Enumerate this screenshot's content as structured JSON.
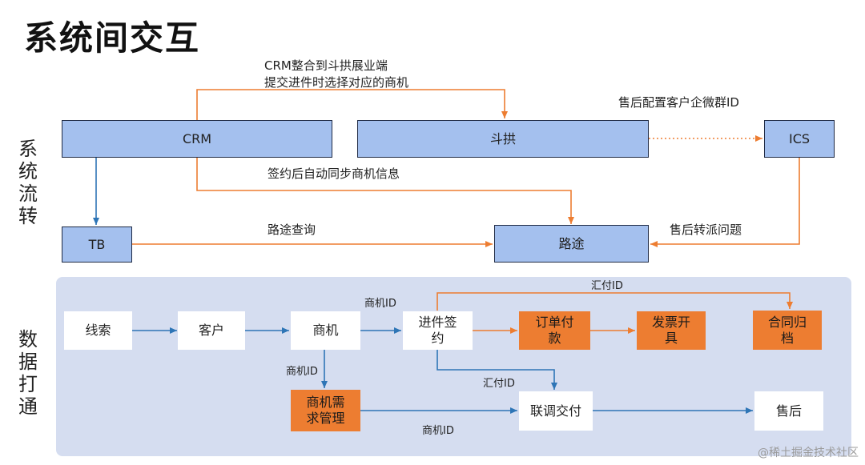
{
  "title": "系统间交互",
  "side_labels": {
    "system_flow": "系统流转",
    "data_link": "数据打通"
  },
  "systems": {
    "crm": "CRM",
    "dougong": "斗拱",
    "ics": "ICS",
    "tb": "TB",
    "lutu": "路途"
  },
  "system_edges": {
    "crm_to_dougong_line1": "CRM整合到斗拱展业端",
    "crm_to_dougong_line2": "提交进件时选择对应的商机",
    "dougong_to_ics": "售后配置客户企微群ID",
    "crm_to_lutu": "签约后自动同步商机信息",
    "tb_to_lutu": "路途查询",
    "ics_to_lutu": "售后转派问题"
  },
  "data_nodes": {
    "xiansuo": "线索",
    "kehu": "客户",
    "shangji": "商机",
    "jinjian_line1": "进件签",
    "jinjian_line2": "约",
    "dingdan_line1": "订单付",
    "dingdan_line2": "款",
    "fapiao_line1": "发票开",
    "fapiao_line2": "具",
    "hetong_line1": "合同归",
    "hetong_line2": "档",
    "xuqiu_line1": "商机需",
    "xuqiu_line2": "求管理",
    "liantiao": "联调交付",
    "shouhou": "售后"
  },
  "data_edges": {
    "shangji_to_jinjian": "商机ID",
    "jinjian_to_hetong": "汇付ID",
    "shangji_to_xuqiu": "商机ID",
    "jinjian_to_liantiao": "汇付ID",
    "xuqiu_to_liantiao": "商机ID"
  },
  "watermark": "@稀土掘金技术社区",
  "colors": {
    "system_box": "#a4c0ee",
    "orange_box": "#ed7d31",
    "orange_line": "#ed7d31",
    "blue_line": "#2e75b6",
    "panel": "#d5ddf0"
  }
}
